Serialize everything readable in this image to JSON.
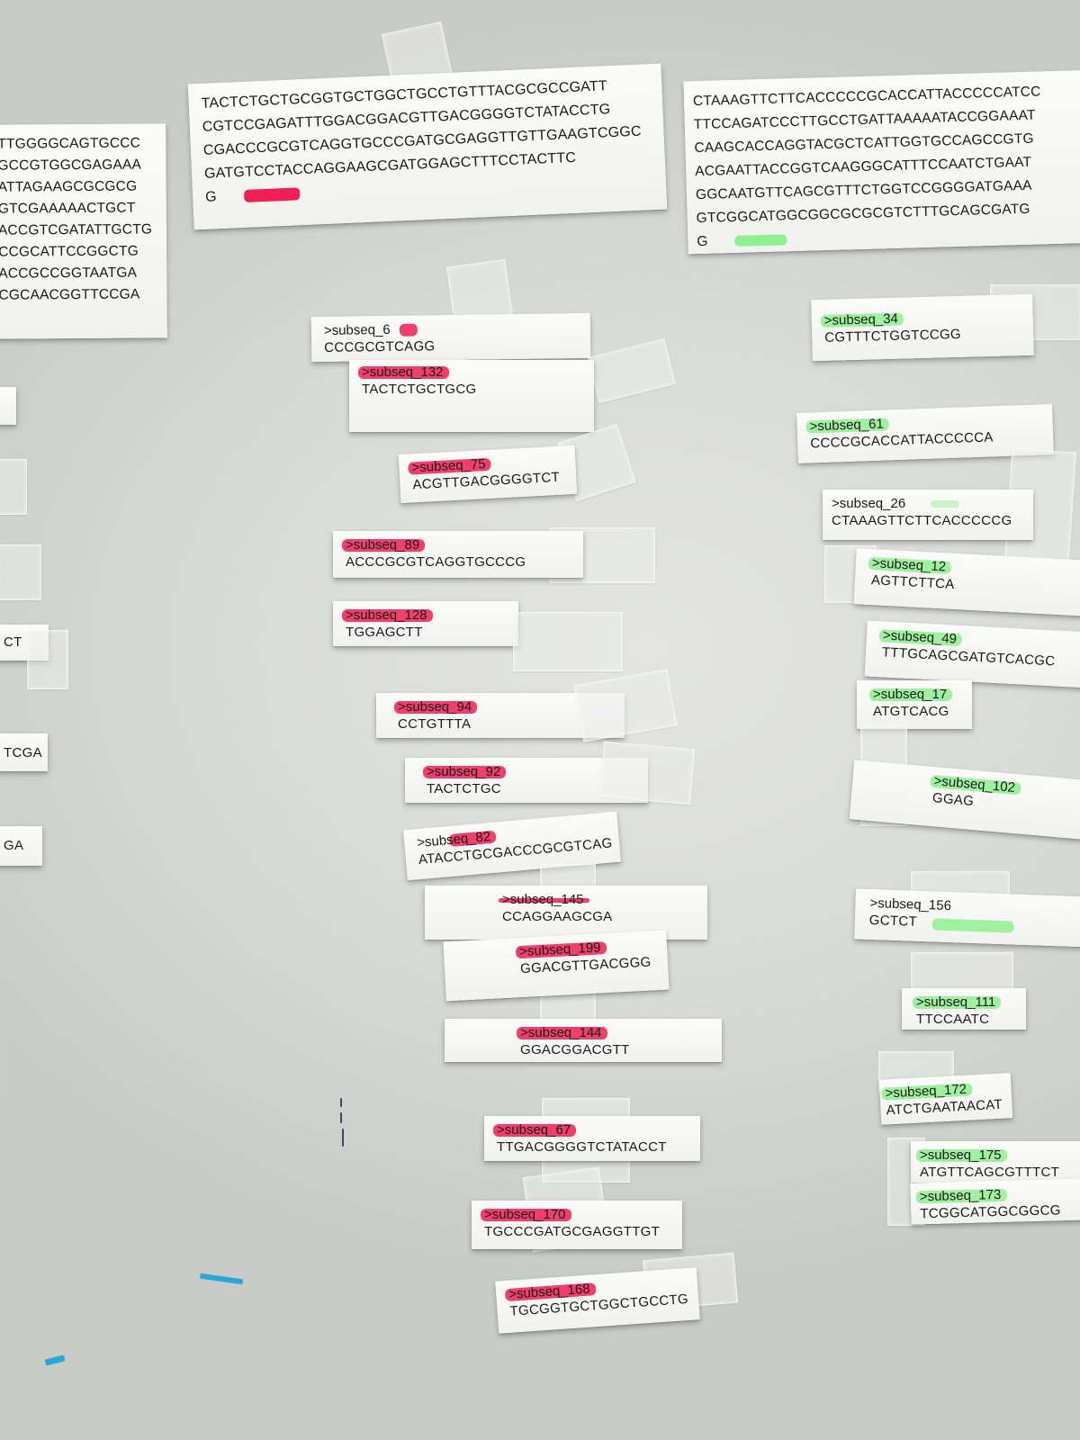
{
  "left_sheet": {
    "lines": [
      "TTGGGGCAGTGCCC",
      "GCCGTGGCGAGAAA",
      "ATTAGAAGCGCGCG",
      "GTCGAAAAACTGCT",
      "ACCGTCGATATTGCTG",
      "CCGCATTCCGGCTG",
      "ACCGCCGGTAATGA",
      "CGCAACGGTTCCGA"
    ]
  },
  "left_fragments": [
    "CT",
    "TCGA",
    "GA"
  ],
  "center_sheet": {
    "lines": [
      "TACTCTGCTGCGGTGCTGGCTGCCTGTTTACGCGCCGATT",
      "CGTCCGAGATTTGGACGGACGTTGACGGGGTCTATACCTG",
      "CGACCCGCGTCAGGTGCCCGATGCGAGGTTGTTGAAGTCGGC",
      "GATGTCCTACCAGGAAGCGATGGAGCTTTCCTACTTC",
      "G"
    ],
    "highlight_color": "#ef1f55"
  },
  "right_sheet": {
    "lines": [
      "CTAAAGTTCTTCACCCCCGCACCATTACCCCCATCC",
      "TTCCAGATCCCTTGCCTGATTAAAAATACCGGAAAT",
      "CAAGCACCAGGTACGCTCATTGGTGCCAGCCGTG",
      "ACGAATTACCGGTCAAGGGCATTTCCAATCTGAAT",
      "GGCAATGTTCAGCGTTTCTGGTCCGGGGATGAAA",
      "GTCGGCATGGCGGCGCGCGTCTTTGCAGCGATG",
      "G"
    ],
    "highlight_color": "#8ff08f"
  },
  "red_strips": [
    {
      "label": ">subseq_6",
      "seq": "CCCGCGTCAGG"
    },
    {
      "label": ">subseq_132",
      "seq": "TACTCTGCTGCG"
    },
    {
      "label": ">subseq_75",
      "seq": "ACGTTGACGGGGTCT"
    },
    {
      "label": ">subseq_89",
      "seq": "ACCCGCGTCAGGTGCCCG"
    },
    {
      "label": ">subseq_128",
      "seq": "TGGAGCTT"
    },
    {
      "label": ">subseq_94",
      "seq": "CCTGTTTA"
    },
    {
      "label": ">subseq_92",
      "seq": "TACTCTGC"
    },
    {
      "label": ">subseq_82",
      "seq": "ATACCTGCGACCCGCGTCAG"
    },
    {
      "label": ">subseq_145",
      "seq": "CCAGGAAGCGA"
    },
    {
      "label": ">subseq_199",
      "seq": "GGACGTTGACGGG"
    },
    {
      "label": ">subseq_144",
      "seq": "GGACGGACGTT"
    },
    {
      "label": ">subseq_67",
      "seq": "TTGACGGGGTCTATACCT"
    },
    {
      "label": ">subseq_170",
      "seq": "TGCCCGATGCGAGGTTGT"
    },
    {
      "label": ">subseq_168",
      "seq": "TGCGGTGCTGGCTGCCTG"
    }
  ],
  "green_strips": [
    {
      "label": ">subseq_34",
      "seq": "CGTTTCTGGTCCGG"
    },
    {
      "label": ">subseq_61",
      "seq": "CCCCGCACCATTACCCCCA"
    },
    {
      "label": ">subseq_26",
      "seq": "CTAAAGTTCTTCACCCCCG"
    },
    {
      "label": ">subseq_12",
      "seq": "AGTTCTTCA"
    },
    {
      "label": ">subseq_49",
      "seq": "TTTGCAGCGATGTCACGC"
    },
    {
      "label": ">subseq_17",
      "seq": "ATGTCACG"
    },
    {
      "label": ">subseq_102",
      "seq": "GGAG"
    },
    {
      "label": ">subseq_156",
      "seq": "GCTCT"
    },
    {
      "label": ">subseq_111",
      "seq": "TTCCAATC"
    },
    {
      "label": ">subseq_172",
      "seq": "ATCTGAATAACAT"
    },
    {
      "label": ">subseq_175",
      "seq": "ATGTTCAGCGTTTCT"
    },
    {
      "label": ">subseq_173",
      "seq": "TCGGCATGGCGGCG"
    }
  ],
  "colors": {
    "red_highlighter": "#ef1f55",
    "green_highlighter": "#8ff08f",
    "whiteboard": "#d9dbd8",
    "blue_marker": "#29a8d8"
  }
}
